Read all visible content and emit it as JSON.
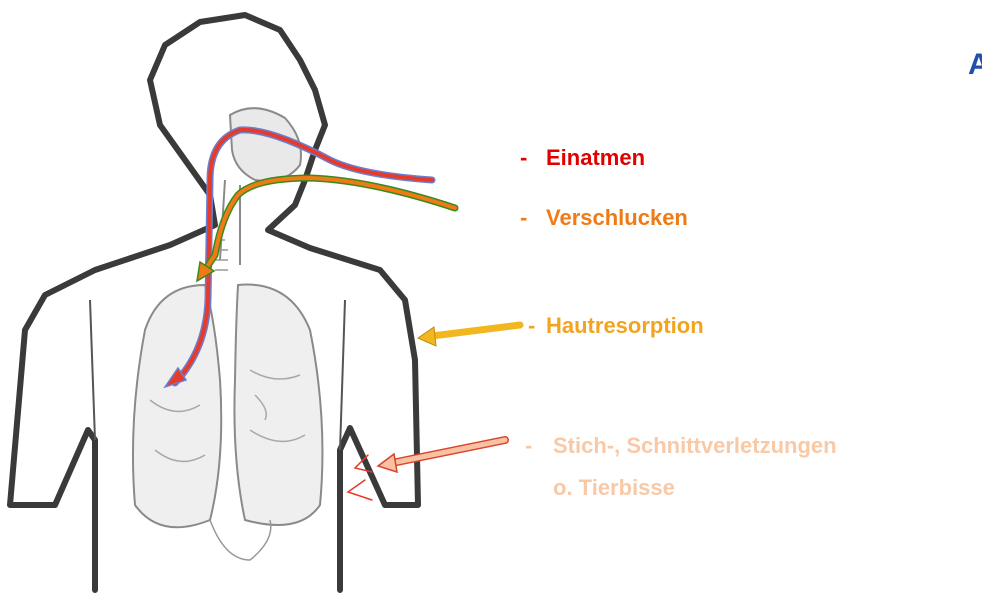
{
  "labels": {
    "inhale": {
      "dash": "-",
      "text": "Einatmen",
      "color": "#e00000"
    },
    "swallow": {
      "dash": "-",
      "text": "Verschlucken",
      "color": "#f07b14"
    },
    "skin": {
      "dash": "-",
      "text": "Hautresorption",
      "color": "#f2a41f"
    },
    "wound": {
      "dash": "-",
      "text": "Stich-, Schnittverletzungen",
      "text2": "o. Tierbisse",
      "color": "#f9c9a6"
    }
  },
  "edge_glyph": "A",
  "colors": {
    "inhale_arrow": "#e63a2a",
    "inhale_arrow_outline": "#6a7fd0",
    "swallow_arrow": "#f07b14",
    "swallow_arrow_outline": "#3a8a20",
    "skin_arrow": "#f2b61f",
    "wound_arrow": "#f9c1a2",
    "wound_arrow_outline": "#d8442c",
    "body_outline": "#404040",
    "sketch": "#8a8a8a"
  }
}
